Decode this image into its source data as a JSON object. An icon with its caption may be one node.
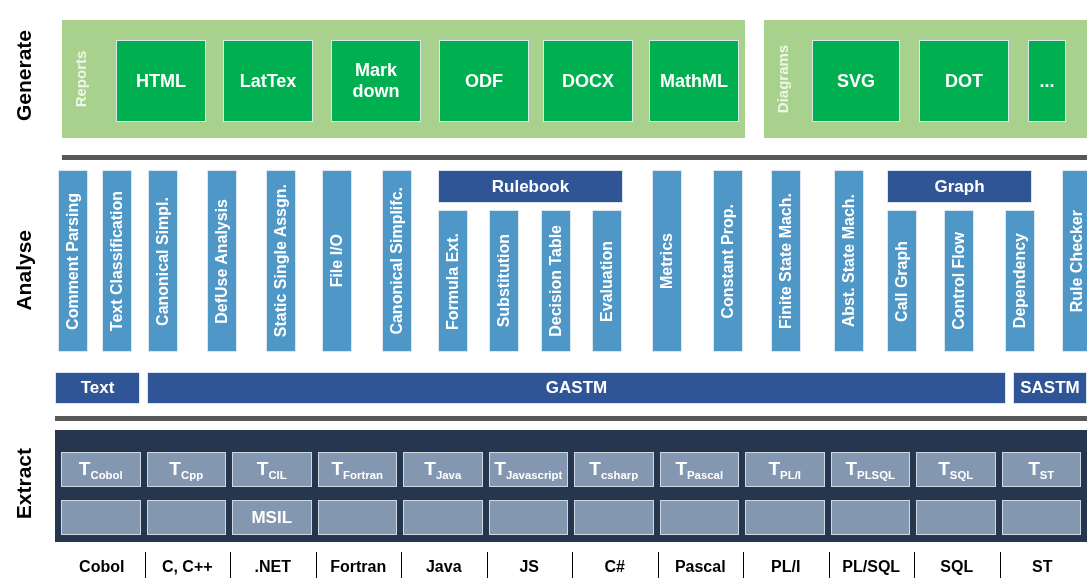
{
  "diagram": {
    "nodes": [
      {
        "text": [
          "Reports"
        ]
      },
      {
        "text": [
          "HTML"
        ],
        "in": 0
      },
      {
        "text": [
          "LatTex"
        ],
        "in": 0
      },
      {
        "text": [
          "Mark down"
        ],
        "in": 0
      },
      {
        "text": [
          "ODF"
        ],
        "in": 0
      },
      {
        "text": [
          "DOCX"
        ],
        "in": 0
      },
      {
        "text": [
          "MathML"
        ],
        "in": 0
      },
      {
        "text": [
          "Diagrams"
        ]
      },
      {
        "text": [
          "SVG"
        ],
        "in": 7
      },
      {
        "text": [
          "DOT"
        ],
        "in": 7
      },
      {
        "text": [
          "..."
        ],
        "in": 7
      },
      {
        "text": [
          "Comment Parsing"
        ]
      },
      {
        "text": [
          "Text Classification"
        ]
      },
      {
        "text": [
          "Canonical Simpl."
        ]
      },
      {
        "text": [
          "DefUse Analysis"
        ]
      },
      {
        "text": [
          "Static Single Assgn."
        ]
      },
      {
        "text": [
          "File I/O"
        ]
      },
      {
        "text": [
          "Canonical Simplifc."
        ]
      },
      {
        "text": [
          "Rulebook"
        ]
      },
      {
        "text": [
          "Formula Ext."
        ]
      },
      {
        "text": [
          "Substitution"
        ]
      },
      {
        "text": [
          "Decision Table"
        ]
      },
      {
        "text": [
          "Evaluation"
        ]
      },
      {
        "text": [
          "Metrics"
        ]
      },
      {
        "text": [
          "Constant Prop."
        ]
      },
      {
        "text": [
          "Finite State Mach."
        ]
      },
      {
        "text": [
          "Abst. State Mach."
        ]
      },
      {
        "text": [
          "Graph"
        ]
      },
      {
        "text": [
          "Call Graph"
        ]
      },
      {
        "text": [
          "Control Flow"
        ]
      },
      {
        "text": [
          "Dependency"
        ]
      },
      {
        "text": [
          "Rule Checker"
        ]
      },
      {
        "text": [
          "Text"
        ]
      },
      {
        "text": [
          "GASTM"
        ]
      },
      {
        "text": [
          "SASTM"
        ]
      },
      {
        "text": [
          "T$_{Cobol}$"
        ]
      },
      {
        "text": [
          "T$_{Cpp}$"
        ]
      },
      {
        "text": [
          "T$_{CIL}$"
        ]
      },
      {
        "text": [
          "T$_{Fortran}$"
        ]
      },
      {
        "text": [
          "T$_{Java}$"
        ]
      },
      {
        "text": [
          "T$_{Javascript}$"
        ]
      },
      {
        "text": [
          "T$_{csharp}$"
        ]
      },
      {
        "text": [
          "T$_{Pascal}$"
        ]
      },
      {
        "text": [
          "T$_{PL/I}$"
        ]
      },
      {
        "text": [
          "T$_{PLSQL}$"
        ]
      },
      {
        "text": [
          "T$_{SQL}$"
        ]
      },
      {
        "text": [
          "T$_{ST}$"
        ]
      },
      {
        "text": [],
        "shape": "box"
      },
      {
        "text": [],
        "shape": "box"
      },
      {
        "text": [
          "MSIL"
        ]
      },
      {
        "text": [],
        "shape": "box"
      },
      {
        "text": [],
        "shape": "box"
      },
      {
        "text": [],
        "shape": "box"
      },
      {
        "text": [],
        "shape": "box"
      },
      {
        "text": [],
        "shape": "box"
      },
      {
        "text": [],
        "shape": "box"
      },
      {
        "text": [],
        "shape": "box"
      },
      {
        "text": [],
        "shape": "box"
      },
      {
        "text": [],
        "shape": "box"
      }
    ],
    "labels": [
      "Generate",
      "Analyse",
      "Extract",
      "Cobol",
      "C, C++",
      ".NET",
      "Fortran",
      "Java",
      "JS",
      "C#",
      "Pascal",
      "PL/I",
      "PL/SQL",
      "SQL",
      "ST"
    ]
  }
}
